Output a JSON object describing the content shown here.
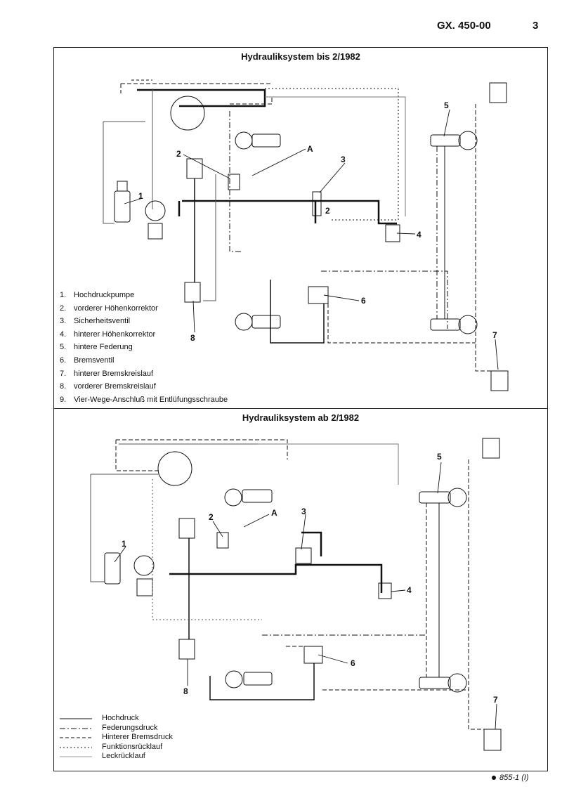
{
  "header": {
    "code": "GX. 450-00",
    "page": "3"
  },
  "top": {
    "title": "Hydrauliksystem bis 2/1982",
    "legend": [
      {
        "num": "1.",
        "text": "Hochdruckpumpe"
      },
      {
        "num": "2.",
        "text": "vorderer Höhenkorrektor"
      },
      {
        "num": "3.",
        "text": "Sicherheitsventil"
      },
      {
        "num": "4.",
        "text": "hinterer Höhenkorrektor"
      },
      {
        "num": "5.",
        "text": "hintere Federung"
      },
      {
        "num": "6.",
        "text": "Bremsventil"
      },
      {
        "num": "7.",
        "text": "hinterer Bremskreislauf"
      },
      {
        "num": "8.",
        "text": "vorderer Bremskreislauf"
      },
      {
        "num": "9.",
        "text": "Vier-Wege-Anschluß mit Entlüfungsschraube"
      }
    ],
    "callouts": [
      "1",
      "2",
      "A",
      "3",
      "2",
      "4",
      "5",
      "6",
      "7",
      "8"
    ]
  },
  "bottom": {
    "title": "Hydrauliksystem ab 2/1982",
    "line_legend": [
      {
        "text": "Hochdruck",
        "style": "solid"
      },
      {
        "text": "Federungsdruck",
        "style": "dashdot"
      },
      {
        "text": "Hinterer Bremsdruck",
        "style": "dashed"
      },
      {
        "text": "Funktionsrücklauf",
        "style": "dotted"
      },
      {
        "text": "Leckrücklauf",
        "style": "thin"
      }
    ],
    "callouts": [
      "1",
      "2",
      "A",
      "3",
      "4",
      "5",
      "6",
      "7",
      "8"
    ]
  },
  "footer": {
    "code": "855-1 (I)"
  },
  "colors": {
    "ink": "#111111",
    "thin": "#555555"
  }
}
